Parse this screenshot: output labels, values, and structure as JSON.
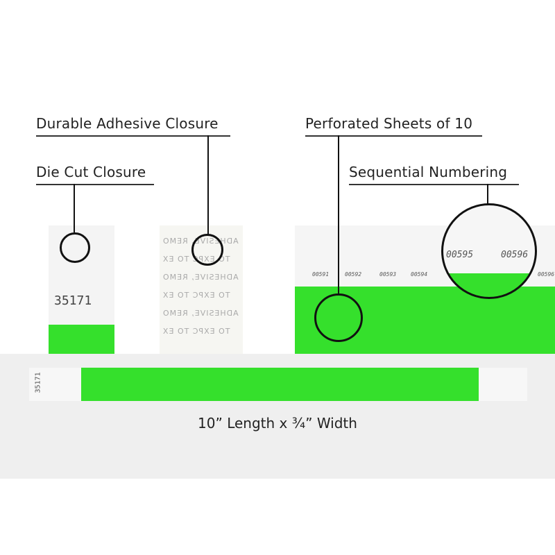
{
  "callouts": {
    "adhesive": "Durable Adhesive Closure",
    "diecut": "Die Cut Closure",
    "perforated": "Perforated Sheets of 10",
    "sequential": "Sequential Numbering"
  },
  "diecut_band": {
    "number": "35171"
  },
  "adhesive_liner": {
    "lines": [
      "ADHESIVE, REMO",
      "TO EXPC      TO EX",
      "ADHESIVE, REMO",
      "TO EXPC      TO EX",
      "ADHESIVE, REMO",
      "TO EXPC      TO EX"
    ]
  },
  "sheet": {
    "numbers": [
      "00591",
      "00592",
      "00593",
      "00594",
      "00595",
      "00596"
    ],
    "magnified": [
      "00595",
      "00596"
    ]
  },
  "full_band": {
    "number": "35171"
  },
  "dimensions": "10” Length x ¾” Width",
  "colors": {
    "band_green": "#35e02c"
  }
}
